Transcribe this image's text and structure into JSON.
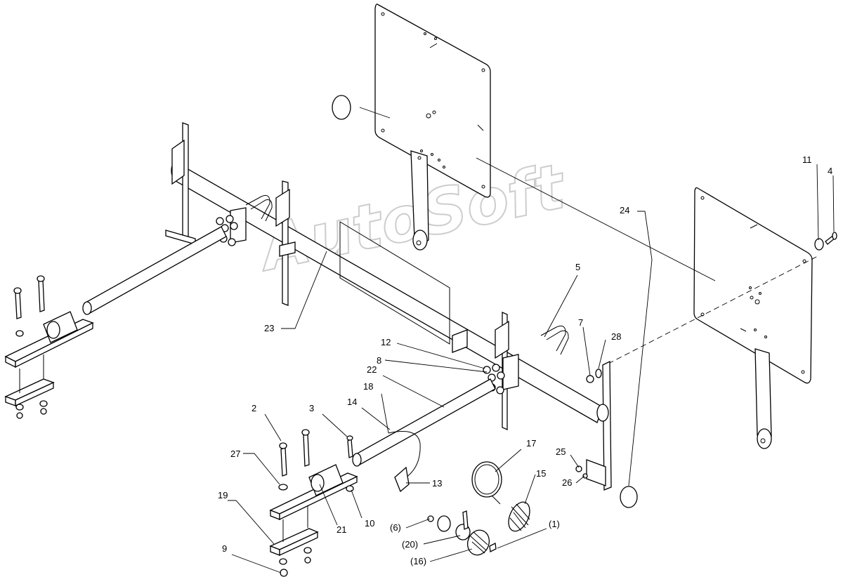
{
  "watermark": "AutoSoft",
  "callouts": {
    "c1": "(1)",
    "c2": "2",
    "c3": "3",
    "c4": "4",
    "c5": "5",
    "c6": "(6)",
    "c7": "7",
    "c8": "8",
    "c9": "9",
    "c10": "10",
    "c11": "11",
    "c12": "12",
    "c13": "13",
    "c14": "14",
    "c15": "15",
    "c16": "(16)",
    "c17": "17",
    "c18": "18",
    "c19": "19",
    "c20": "(20)",
    "c21": "21",
    "c22": "22",
    "c23": "23",
    "c24": "24",
    "c25": "25",
    "c26": "26",
    "c27": "27",
    "c28": "28"
  }
}
